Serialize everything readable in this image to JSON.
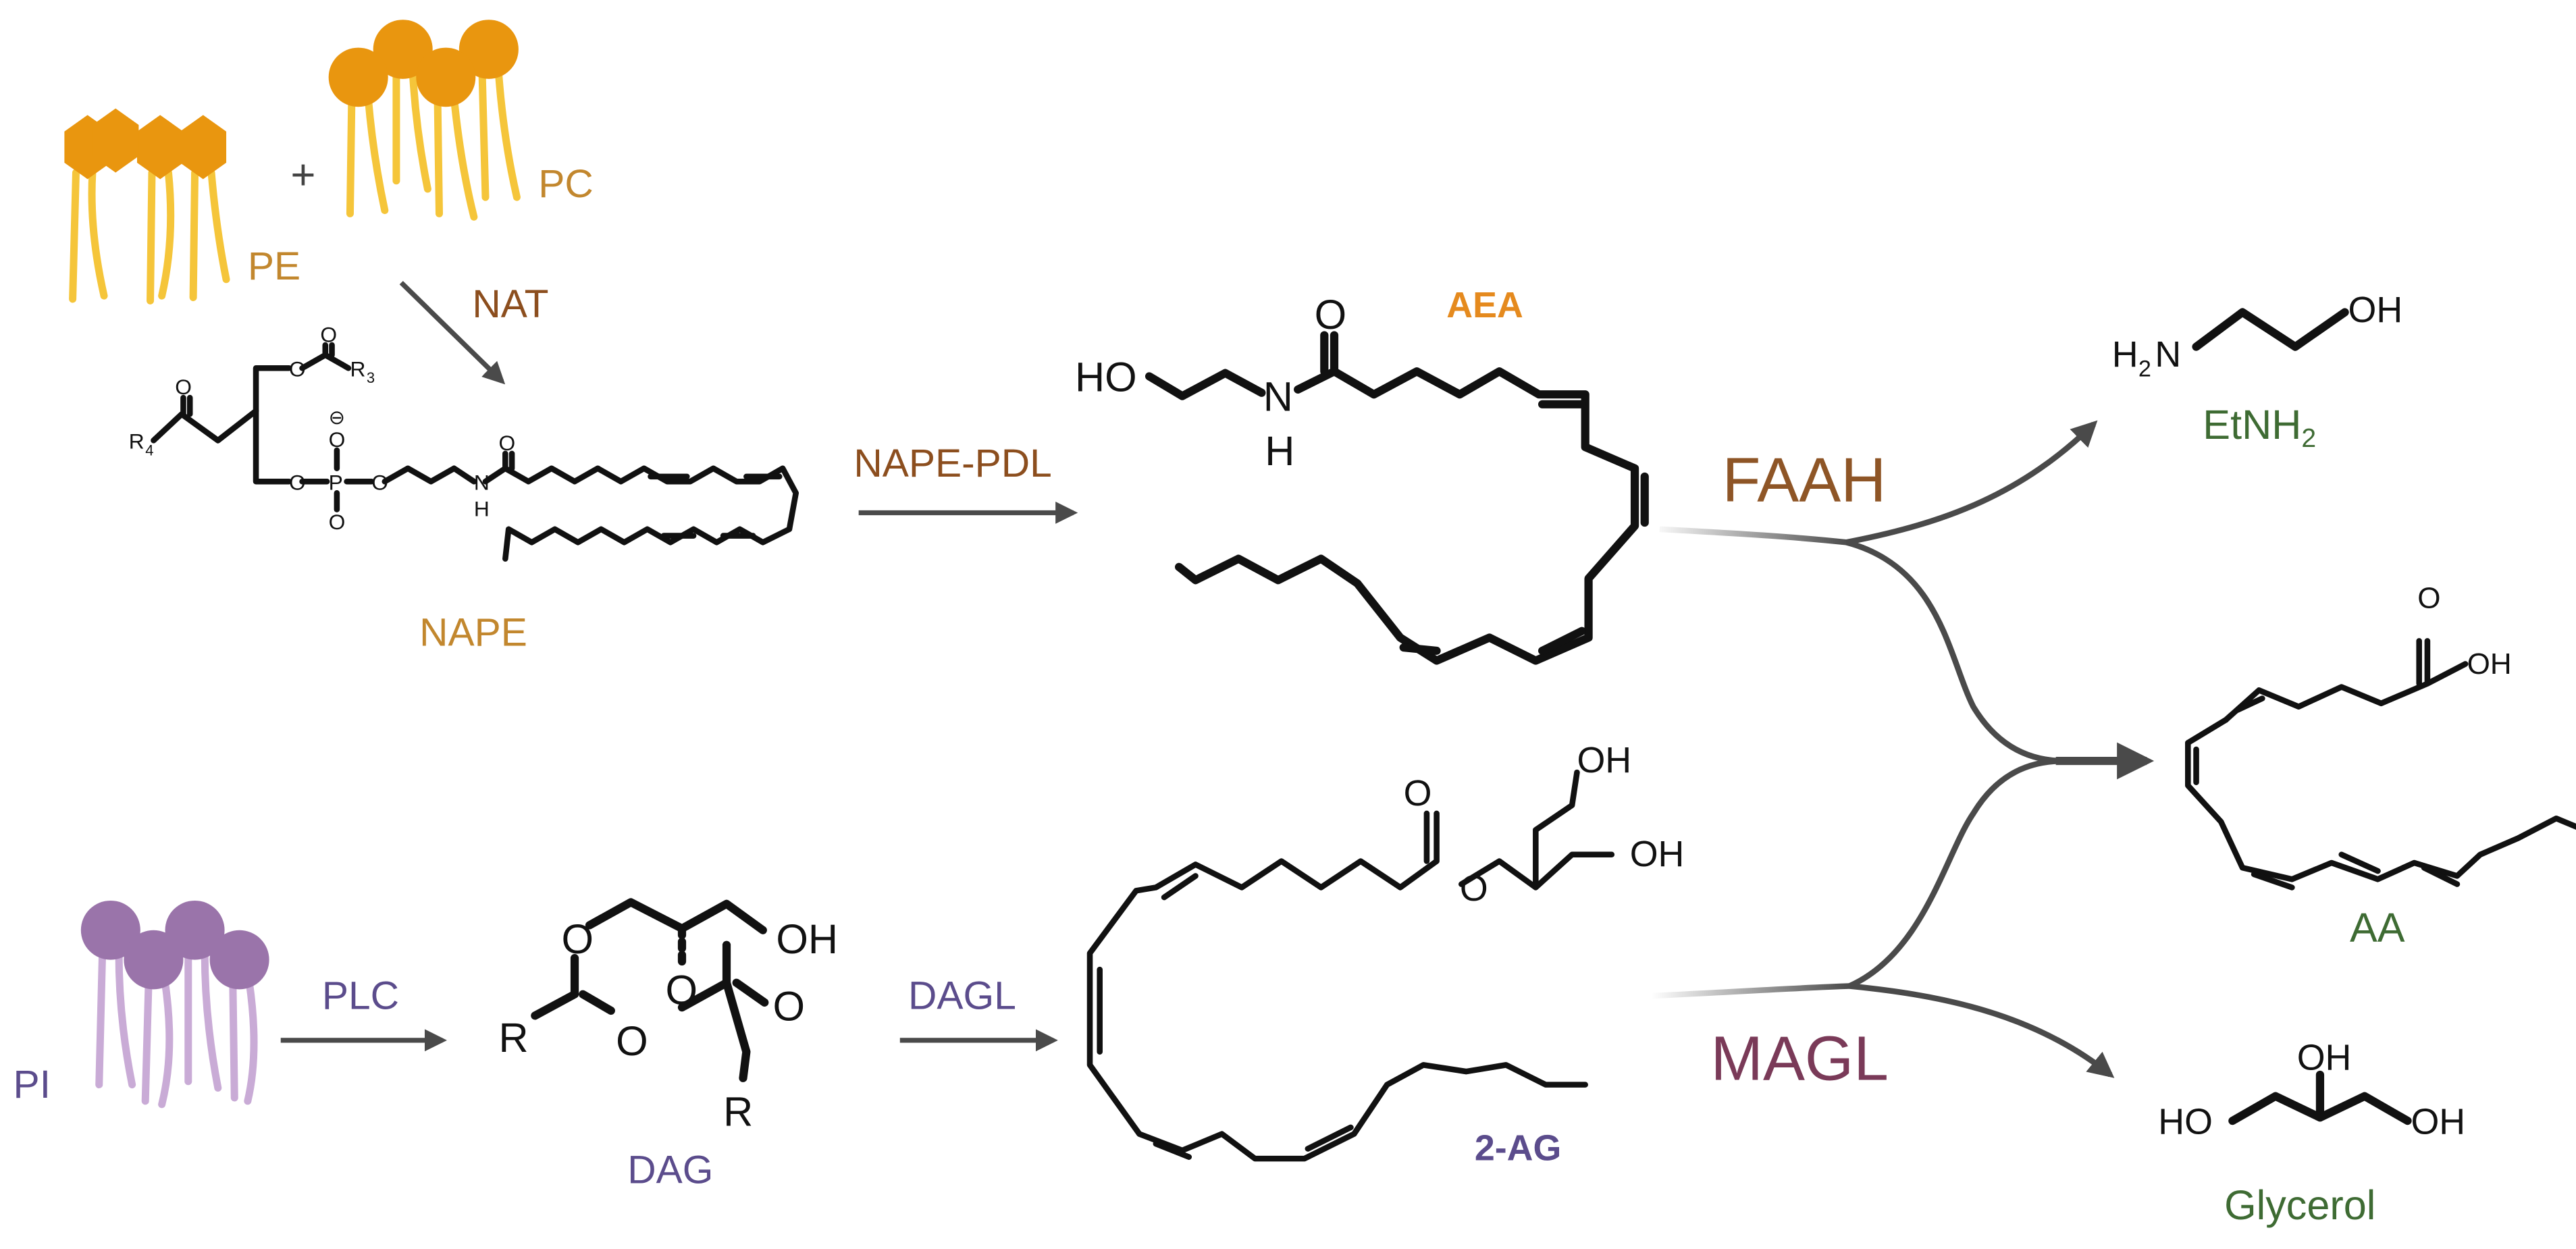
{
  "colors": {
    "lipid_orange": "#E9960F",
    "tail_yellow": "#F5C53A",
    "lipid_purple": "#9A74AA",
    "tail_lilac": "#C9ABD6",
    "label_gold": "#C2872E",
    "label_brown": "#8C4E1E",
    "enzyme_faah": "#8E5526",
    "label_purple": "#5B4C8C",
    "enzyme_magl": "#7A3A58",
    "product_green": "#3E6B33",
    "aea_orange": "#E58A1E",
    "arrow_gray": "#4A4A4A"
  },
  "labels": {
    "plus": "+",
    "pe": "PE",
    "pc": "PC",
    "nat": "NAT",
    "nape": "NAPE",
    "nape_pdl": "NAPE-PDL",
    "aea": "AEA",
    "faah": "FAAH",
    "etnh2_main": "EtNH",
    "etnh2_sub": "2",
    "aa": "AA",
    "pi": "PI",
    "plc": "PLC",
    "dag": "DAG",
    "dagl": "DAGL",
    "two_ag": "2-AG",
    "magl": "MAGL",
    "glycerol": "Glycerol"
  },
  "atoms": {
    "r4": "R",
    "r4_sub": "4",
    "r3": "R",
    "r3_sub": "3",
    "o": "O",
    "p": "P",
    "n": "N",
    "h": "H",
    "ho": "HO",
    "oh": "OH",
    "h2n_h": "H",
    "h2n_sub": "2",
    "h2n_n": "N",
    "r": "R",
    "minus": "⊖"
  },
  "icons": {
    "pe_lipids": "hexagon-headed-phospholipid",
    "pc_lipids": "round-headed-phospholipid",
    "pi_lipids": "round-headed-phospholipid"
  }
}
